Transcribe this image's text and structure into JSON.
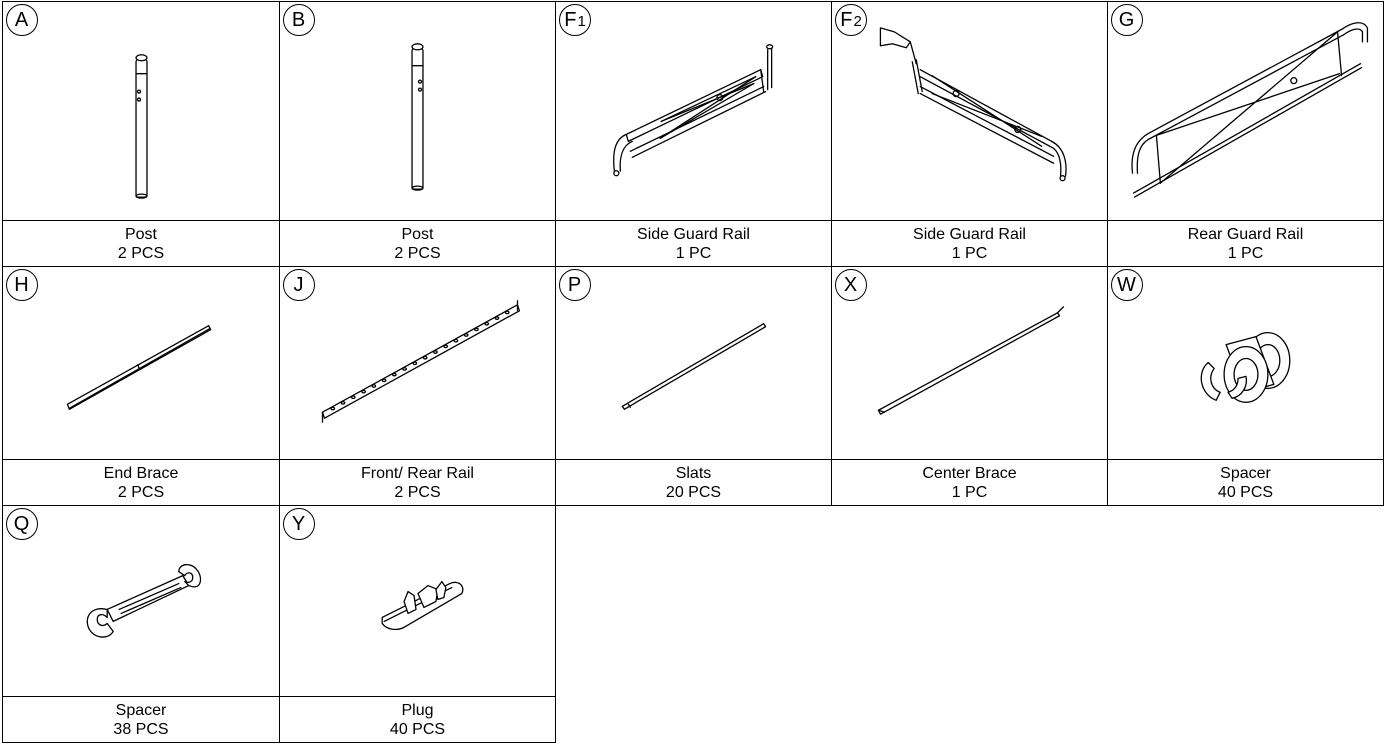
{
  "parts": [
    {
      "letter": "A",
      "sub": "",
      "name": "Post",
      "qty": "2 PCS",
      "icon": "post-icon"
    },
    {
      "letter": "B",
      "sub": "",
      "name": "Post",
      "qty": "2 PCS",
      "icon": "post-icon"
    },
    {
      "letter": "F",
      "sub": "1",
      "name": "Side Guard Rail",
      "qty": "1 PC",
      "icon": "side-guard-rail-icon"
    },
    {
      "letter": "F",
      "sub": "2",
      "name": "Side Guard Rail",
      "qty": "1 PC",
      "icon": "side-guard-rail-icon"
    },
    {
      "letter": "G",
      "sub": "",
      "name": "Rear Guard Rail",
      "qty": "1 PC",
      "icon": "rear-guard-rail-icon"
    },
    {
      "letter": "H",
      "sub": "",
      "name": "End Brace",
      "qty": "2 PCS",
      "icon": "end-brace-icon"
    },
    {
      "letter": "J",
      "sub": "",
      "name": "Front/ Rear Rail",
      "qty": "2 PCS",
      "icon": "front-rear-rail-icon"
    },
    {
      "letter": "P",
      "sub": "",
      "name": "Slats",
      "qty": "20 PCS",
      "icon": "slat-icon"
    },
    {
      "letter": "X",
      "sub": "",
      "name": "Center Brace",
      "qty": "1 PC",
      "icon": "center-brace-icon"
    },
    {
      "letter": "W",
      "sub": "",
      "name": "Spacer",
      "qty": "40 PCS",
      "icon": "spool-spacer-icon"
    },
    {
      "letter": "Q",
      "sub": "",
      "name": "Spacer",
      "qty": "38 PCS",
      "icon": "clip-spacer-icon"
    },
    {
      "letter": "Y",
      "sub": "",
      "name": "Plug",
      "qty": "40 PCS",
      "icon": "plug-icon"
    }
  ]
}
